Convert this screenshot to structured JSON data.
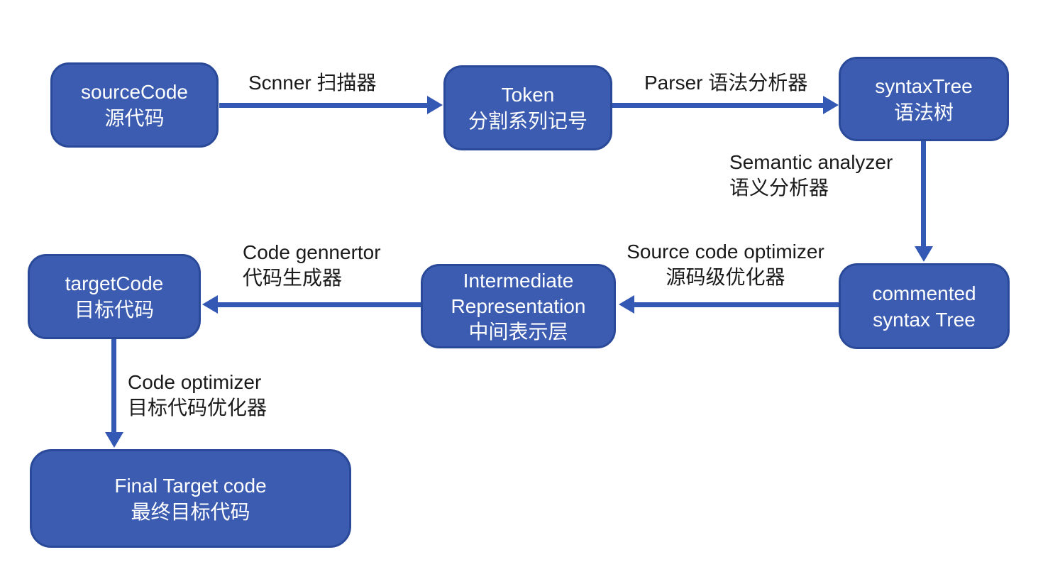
{
  "colors": {
    "background": "#ffffff",
    "box_fill": "#3b5cb0",
    "box_border": "#2a4a99",
    "box_text": "#ffffff",
    "arrow": "#3459b5",
    "label_text": "#1a1a1a"
  },
  "nodes": {
    "source": {
      "line1": "sourceCode",
      "line2": "源代码"
    },
    "token": {
      "line1": "Token",
      "line2": "分割系列记号"
    },
    "syntax_tree": {
      "line1": "syntaxTree",
      "line2": "语法树"
    },
    "commented": {
      "line1": "commented",
      "line2": "syntax Tree"
    },
    "intermediate": {
      "line1": "Intermediate",
      "line2": "Representation",
      "line3": "中间表示层"
    },
    "target": {
      "line1": "targetCode",
      "line2": "目标代码"
    },
    "final": {
      "line1": "Final Target code",
      "line2": "最终目标代码"
    }
  },
  "edge_labels": {
    "scanner": {
      "line1": "Scnner 扫描器"
    },
    "parser": {
      "line1": "Parser 语法分析器"
    },
    "semantic": {
      "line1": "Semantic analyzer",
      "line2": "语义分析器"
    },
    "source_optimizer": {
      "line1": "Source code optimizer",
      "line2": "源码级优化器"
    },
    "code_generator": {
      "line1": "Code gennertor",
      "line2": "代码生成器"
    },
    "code_optimizer": {
      "line1": "Code optimizer",
      "line2": "目标代码优化器"
    }
  }
}
